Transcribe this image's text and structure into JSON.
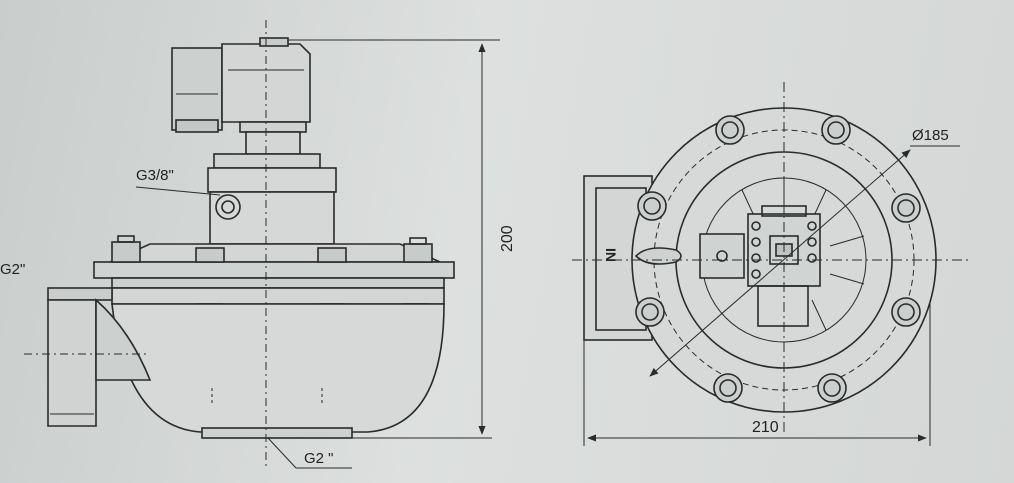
{
  "side_view": {
    "label_port_top": "G3/8\"",
    "label_inlet": "G2\"",
    "label_outlet": "G2 \"",
    "dim_height": "200"
  },
  "end_view": {
    "label_diameter": "Ø185",
    "dim_width": "210",
    "label_in": "IN"
  },
  "colors": {
    "line": "#2a2a2a",
    "paper": "#d9dcdc"
  }
}
